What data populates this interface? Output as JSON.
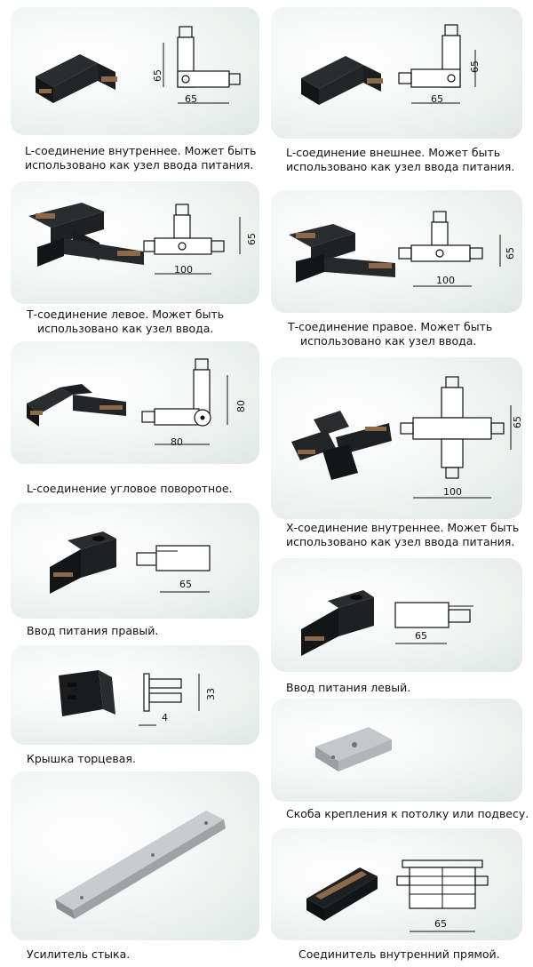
{
  "items": [
    {
      "caption": [
        "L-соединение внутреннее. Может быть",
        "использовано как узел ввода питания."
      ],
      "dims": [
        "65",
        "65"
      ]
    },
    {
      "caption": [
        "L-соединение внешнее. Может быть",
        "использовано как узел ввода питания."
      ],
      "dims": [
        "65",
        "65"
      ]
    },
    {
      "caption": [
        "Т-соединение левое. Может быть",
        "использовано как узел ввода."
      ],
      "dims": [
        "65",
        "100"
      ]
    },
    {
      "caption": [
        "Т-соединение правое. Может быть",
        "использовано как узел ввода."
      ],
      "dims": [
        "65",
        "100"
      ]
    },
    {
      "caption": [
        "L-соединение угловое поворотное."
      ],
      "dims": [
        "80",
        "80"
      ]
    },
    {
      "caption": [
        "Х-соединение внутреннее. Может быть",
        "использовано как узел ввода питания."
      ],
      "dims": [
        "65",
        "100"
      ]
    },
    {
      "caption": [
        "Ввод питания правый."
      ],
      "dims": [
        "65"
      ]
    },
    {
      "caption": [
        "Ввод питания левый."
      ],
      "dims": [
        "65"
      ]
    },
    {
      "caption": [
        "Крышка торцевая."
      ],
      "dims": [
        "33",
        "4"
      ]
    },
    {
      "caption": [
        "Скоба крепления к потолку или подвесу."
      ]
    },
    {
      "caption": [
        "Усилитель стыка."
      ]
    },
    {
      "caption": [
        "Соединитель внутренний прямой."
      ],
      "dims": [
        "65"
      ]
    }
  ]
}
